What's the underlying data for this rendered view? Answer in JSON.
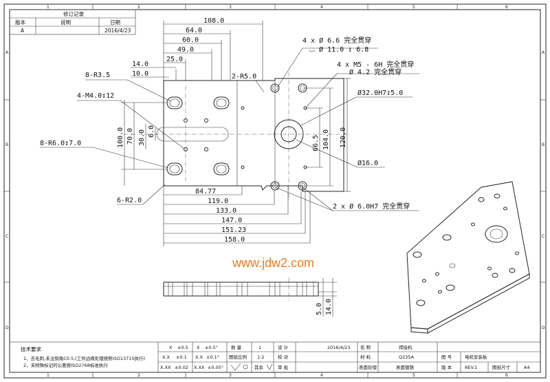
{
  "zones": {
    "top": [
      "1",
      "2",
      "3",
      "4",
      "5",
      "6"
    ],
    "side": [
      "A",
      "B",
      "C",
      "D"
    ]
  },
  "revision_table": {
    "title": "修订记录",
    "headers": [
      "版本",
      "说明",
      "日期"
    ],
    "rows": [
      {
        "version": "A",
        "desc": "",
        "date": "2016/4/23"
      }
    ]
  },
  "dims": {
    "d108": "108.0",
    "d64": "64.0",
    "d60": "60.0",
    "d49": "49.0",
    "d25": "25.0",
    "d14": "14.0",
    "d10": "10.0",
    "d84": "84.77",
    "d119": "119.0",
    "d133": "133.0",
    "d147": "147.0",
    "d151": "151.23",
    "d158": "158.0",
    "v100": "100.0",
    "v70": "70.0",
    "v30": "30.0",
    "v6": "6.0",
    "v66": "66.5",
    "v104": "104.0",
    "v120": "120.0",
    "side5": "5.0",
    "side14": "14.0"
  },
  "callouts": {
    "r35": "8-R3.5",
    "m4": "4-M4.0↧12",
    "r6": "8-R6.0↧7.0",
    "r2": "6-R2.0",
    "r5": "2-R5.0",
    "h66a": "4 x  Ø 6.6 完全贯穿",
    "h66b": "⌴ Ø 11.0 ↧ 6.8",
    "m5a": "4 x  M5 - 6H 完全贯穿",
    "m5b": "Ø 4.2 完全贯穿",
    "bore": "Ø32.0H7↧5.0",
    "d16": "Ø16.0",
    "pin": "2 x  Ø 6.0H7 完全贯穿"
  },
  "watermark": "www.jdw2.com",
  "title_block": {
    "tech_title": "技术要求",
    "notes": [
      "1、去毛刺,未注倒角C0.5,(工件边缘处理按照ISO13715执行)",
      "2、未特殊标记的公差按ISO2768标准执行"
    ],
    "tol": [
      {
        "fmt": "X",
        "val": "±0.5",
        "afmt": "X",
        "aval": "±0.5°"
      },
      {
        "fmt": "X.X",
        "val": "±0.1",
        "afmt": "X.X",
        "aval": "±0.1°"
      },
      {
        "fmt": "X.XX",
        "val": "±0.02",
        "afmt": "X.XX",
        "aval": "±0.05°"
      }
    ],
    "qty_label": "数 量",
    "qty": "1",
    "scale_label": "图纸比例",
    "scale": "1:2",
    "other_label": "其余",
    "design_label": "设 计",
    "check_label": "校 对",
    "approve_label": "审 批",
    "date": "2016/4/23",
    "name_label": "名 称",
    "name": "焊接机",
    "material_label": "材 料",
    "material": "Q235A",
    "surface_label": "表面处理",
    "surface": "表面镀铬",
    "drawing_no_label": "图 号",
    "drawing_no": "电机安装板",
    "version_label": "版 本",
    "version": "REV.1",
    "size_label": "图纸尺寸",
    "size": "A4"
  }
}
